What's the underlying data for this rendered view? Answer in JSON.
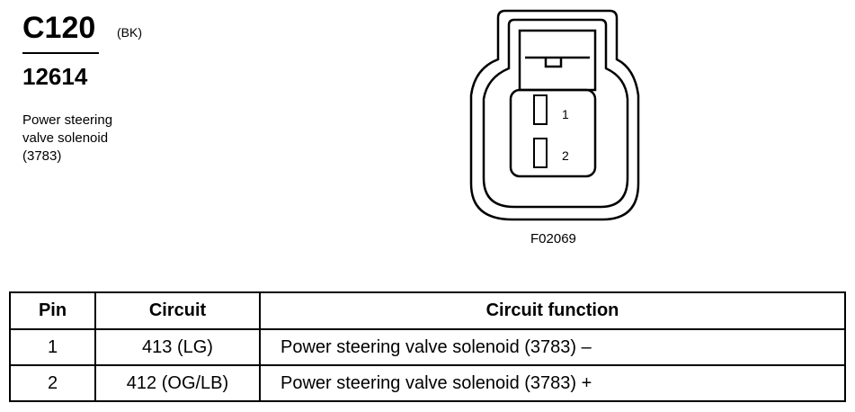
{
  "header": {
    "connector_id": "C120",
    "color_code": "(BK)",
    "part_number": "12614",
    "description_lines": [
      "Power steering",
      "valve solenoid",
      "(3783)"
    ]
  },
  "diagram": {
    "pin_labels": [
      "1",
      "2"
    ],
    "figure_id": "F02069"
  },
  "table": {
    "headers": [
      "Pin",
      "Circuit",
      "Circuit function"
    ],
    "rows": [
      {
        "pin": "1",
        "circuit": "413 (LG)",
        "function": "Power steering valve solenoid (3783) –"
      },
      {
        "pin": "2",
        "circuit": "412 (OG/LB)",
        "function": "Power steering valve solenoid (3783) +"
      }
    ]
  }
}
